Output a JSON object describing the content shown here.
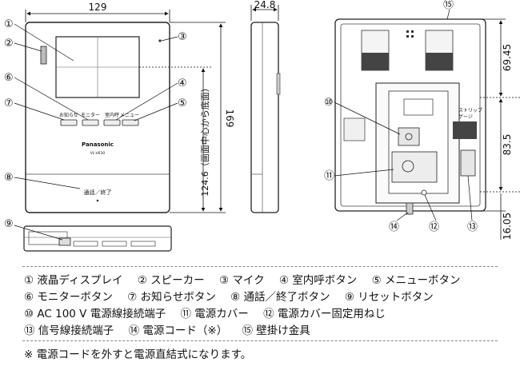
{
  "dimensions": {
    "front_width": "129",
    "side_depth": "24.8",
    "front_height": "169",
    "screen_center_height": "124.6（画面中心から底面）",
    "back_top": "69.45",
    "back_middle": "83.5",
    "back_bottom": "16.05"
  },
  "device": {
    "brand": "Panasonic",
    "model": "VL-V630",
    "buttons": [
      "お知らせ",
      "モニター",
      "室内呼",
      "メニュー"
    ],
    "talk_button_label": "通話／終了",
    "strip_gauge_label": "ストリップ\nゲージ"
  },
  "callouts": [
    "①",
    "②",
    "③",
    "④",
    "⑤",
    "⑥",
    "⑦",
    "⑧",
    "⑨",
    "⑩",
    "⑪",
    "⑫",
    "⑬",
    "⑭",
    "⑮"
  ],
  "legend": {
    "rows": [
      [
        "① 液晶ディスプレイ",
        "② スピーカー",
        "③ マイク",
        "④ 室内呼ボタン",
        "⑤ メニューボタン"
      ],
      [
        "⑥ モニターボタン",
        "⑦ お知らせボタン",
        "⑧ 通話／終了ボタン",
        "⑨ リセットボタン"
      ],
      [
        "⑩ AC 100 V 電源線接続端子",
        "⑪ 電源カバー",
        "⑫ 電源カバー固定用ねじ"
      ],
      [
        "⑬ 信号線接続端子",
        "⑭ 電源コード（※）",
        "⑮ 壁掛け金具"
      ]
    ]
  },
  "note": "※ 電源コードを外すと電源直結式になります。"
}
